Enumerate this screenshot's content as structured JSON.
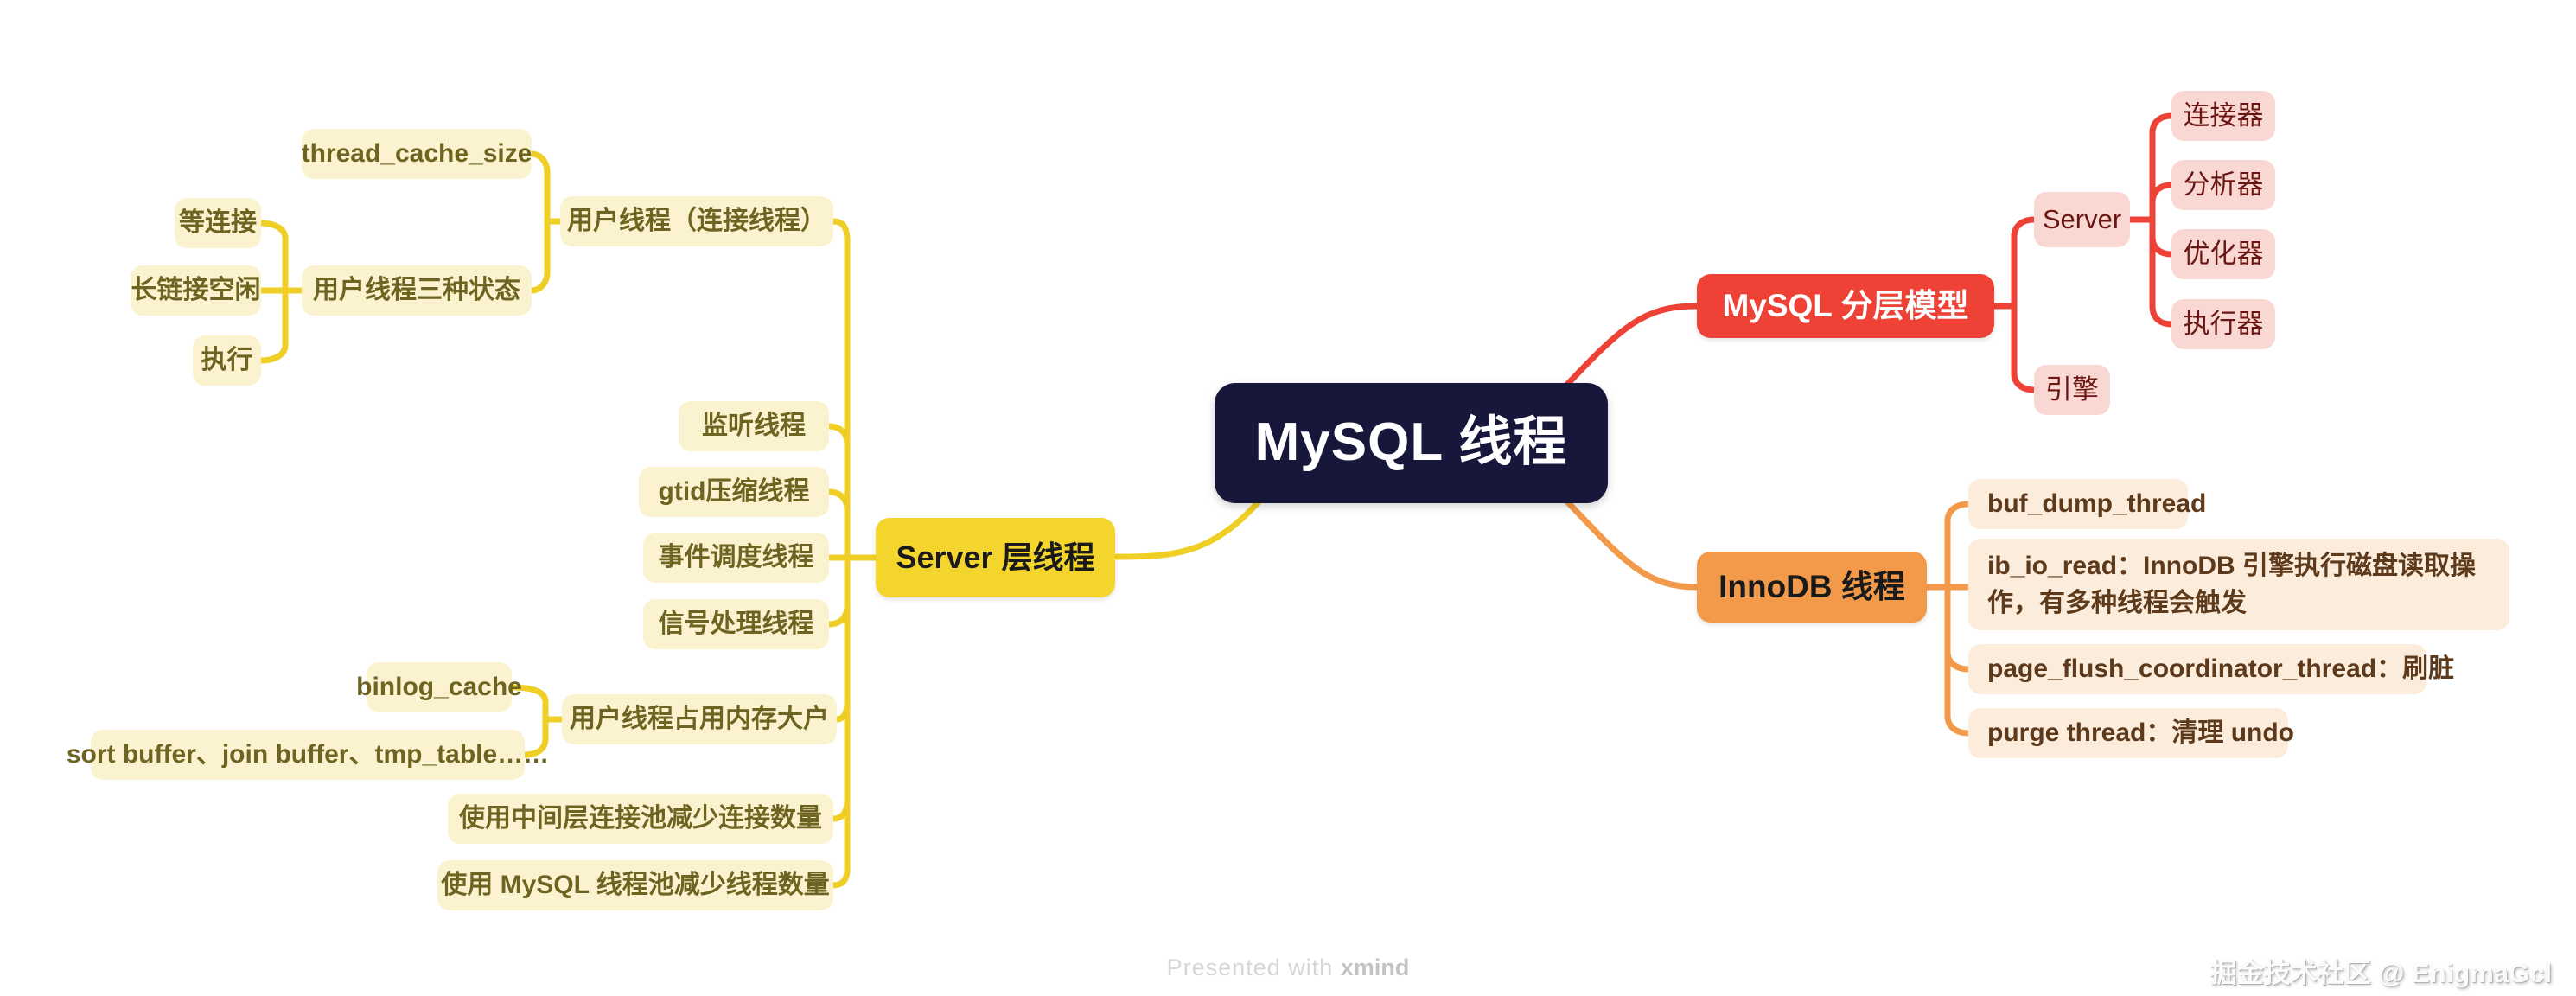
{
  "colors": {
    "root_bg": "#16173A",
    "root_text": "#FFFFFF",
    "red": "#EE4237",
    "red_child_bg": "#F9D8D4",
    "red_child_text": "#6B1512",
    "yellow": "#F3D52E",
    "yellow_line": "#EFCF25",
    "yellow_child_bg": "#FBF3CF",
    "yellow_child_text": "#6E6422",
    "orange": "#F2994A",
    "orange_child_bg": "#FCECDC",
    "orange_child_text": "#5D3A1B",
    "ink": "#1A1A1A",
    "presented": "#D6D6D8"
  },
  "mindmap": {
    "root": {
      "label": "MySQL 线程"
    },
    "layered_model": {
      "label": "MySQL 分层模型",
      "children": [
        {
          "label": "Server",
          "children": [
            {
              "label": "连接器"
            },
            {
              "label": "分析器"
            },
            {
              "label": "优化器"
            },
            {
              "label": "执行器"
            }
          ]
        },
        {
          "label": "引擎"
        }
      ]
    },
    "innodb": {
      "label": "InnoDB 线程",
      "children": [
        {
          "label": "buf_dump_thread"
        },
        {
          "label": "ib_io_read：InnoDB 引擎执行磁盘读取操作，有多种线程会触发"
        },
        {
          "label": "page_flush_coordinator_thread：刷脏"
        },
        {
          "label": "purge thread：清理 undo"
        }
      ]
    },
    "server_layer": {
      "label": "Server 层线程",
      "children": [
        {
          "label": "用户线程（连接线程）",
          "children": [
            {
              "label": "thread_cache_size"
            },
            {
              "label": "用户线程三种状态",
              "children": [
                {
                  "label": "等连接"
                },
                {
                  "label": "长链接空闲"
                },
                {
                  "label": "执行"
                }
              ]
            }
          ]
        },
        {
          "label": "监听线程"
        },
        {
          "label": "gtid压缩线程"
        },
        {
          "label": "事件调度线程"
        },
        {
          "label": "信号处理线程"
        },
        {
          "label": "用户线程占用内存大户",
          "children": [
            {
              "label": "binlog_cache"
            },
            {
              "label": "sort buffer、join buffer、tmp_table……"
            }
          ]
        },
        {
          "label": "使用中间层连接池减少连接数量"
        },
        {
          "label": "使用 MySQL 线程池减少线程数量"
        }
      ]
    }
  },
  "footer": {
    "presented_prefix": "Presented with",
    "presented_brand": "xmind",
    "watermark": "掘金技术社区 @ EnigmaGcl"
  }
}
